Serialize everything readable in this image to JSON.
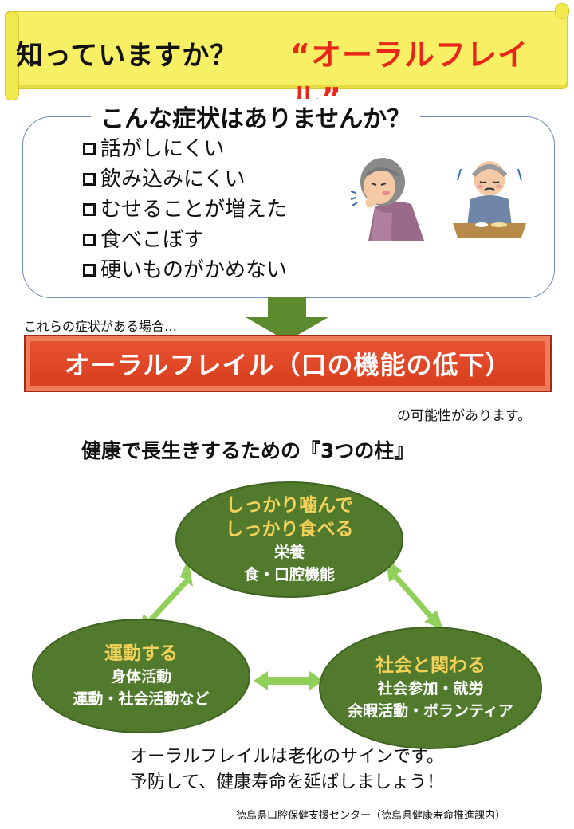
{
  "banner": {
    "question": "知っていますか？",
    "highlight": "“オーラルフレイル”"
  },
  "symptoms": {
    "heading": "こんな症状はありませんか？",
    "items": [
      "話がしにくい",
      "飲み込みにくい",
      "むせることが増えた",
      "食べこぼす",
      "硬いものがかめない"
    ]
  },
  "trigger_text": "これらの症状がある場合…",
  "result": {
    "label": "オーラルフレイル（口の機能の低下）",
    "suffix": "の可能性があります。"
  },
  "pillars": {
    "title": "健康で長生きするための『3つの柱』",
    "top": {
      "title_line1": "しっかり噛んで",
      "title_line2": "しっかり食べる",
      "sub1": "栄養",
      "sub2": "食・口腔機能"
    },
    "left": {
      "title": "運動する",
      "sub1": "身体活動",
      "sub2": "運動・社会活動など"
    },
    "right": {
      "title": "社会と関わる",
      "sub1": "社会参加・就労",
      "sub2": "余暇活動・ボランティア"
    }
  },
  "closing": {
    "line1": "オーラルフレイルは老化のサインです。",
    "line2": "予防して、健康寿命を延ばしましょう！"
  },
  "credit": "徳島県口腔保健支援センター（徳島県健康寿命推進課内）",
  "colors": {
    "banner_yellow": "#f7f064",
    "highlight_red": "#e8261a",
    "result_orange": "#d83c1c",
    "pillar_green": "#517a2c",
    "pillar_title_yellow": "#f5d35a",
    "arrow_light_green": "#8fcf5a",
    "down_arrow_green": "#5d8a2e"
  }
}
